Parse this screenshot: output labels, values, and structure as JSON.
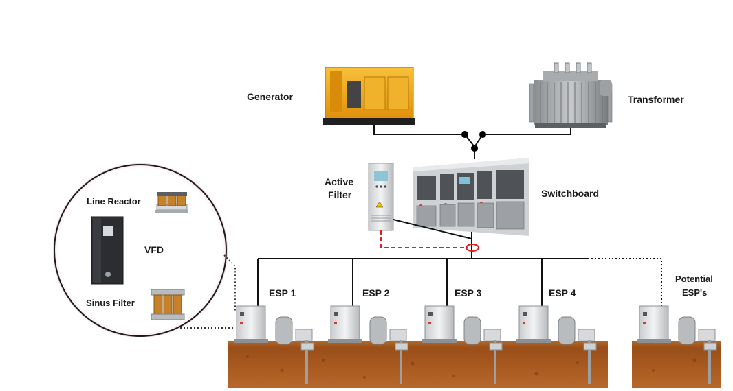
{
  "labels": {
    "generator": "Generator",
    "transformer": "Transformer",
    "active_filter_line1": "Active",
    "active_filter_line2": "Filter",
    "switchboard": "Switchboard",
    "line_reactor": "Line Reactor",
    "vfd": "VFD",
    "sinus_filter": "Sinus Filter",
    "potential_line1": "Potential",
    "potential_line2": "ESP's"
  },
  "esps": [
    {
      "label": "ESP 1"
    },
    {
      "label": "ESP 2"
    },
    {
      "label": "ESP 3"
    },
    {
      "label": "ESP 4"
    }
  ],
  "colors": {
    "generator_body": "#f3a712",
    "ground": "#a4581d",
    "ground_top": "#c98a4a",
    "dashed_link": "#e02020",
    "bus": "#111111",
    "zoom_ring": "#e8c9cf"
  }
}
